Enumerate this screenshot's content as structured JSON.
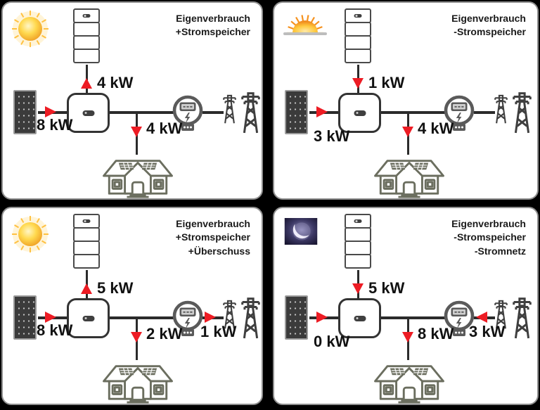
{
  "colors": {
    "arrow_red": "#ed1c24",
    "wire_dark": "#2b2b2b",
    "house_olive": "#6b6e5f",
    "tower_gray": "#3f3f3f",
    "meter_gray": "#5a5a5a",
    "panel_border": "#8f8f8f"
  },
  "panels": [
    {
      "weather": "sun",
      "header": {
        "line1": "Eigenverbrauch",
        "line2": "+Stromspeicher"
      },
      "flows": {
        "solar": {
          "value": "8 kW",
          "direction": "to-inverter"
        },
        "battery": {
          "value": "4 kW",
          "direction": "charging"
        },
        "house": {
          "value": "4 kW",
          "direction": "consuming"
        },
        "grid": {
          "value": "",
          "direction": "idle"
        }
      }
    },
    {
      "weather": "sunset",
      "header": {
        "line1": "Eigenverbrauch",
        "line2": "-Stromspeicher"
      },
      "flows": {
        "solar": {
          "value": "3 kW",
          "direction": "to-inverter"
        },
        "battery": {
          "value": "1 kW",
          "direction": "discharging"
        },
        "house": {
          "value": "4 kW",
          "direction": "consuming"
        },
        "grid": {
          "value": "",
          "direction": "idle"
        }
      }
    },
    {
      "weather": "sun",
      "header": {
        "line1": "Eigenverbrauch",
        "line2": "+Stromspeicher",
        "line3": "+Überschuss"
      },
      "flows": {
        "solar": {
          "value": "8 kW",
          "direction": "to-inverter"
        },
        "battery": {
          "value": "5 kW",
          "direction": "charging"
        },
        "house": {
          "value": "2 kW",
          "direction": "consuming"
        },
        "grid": {
          "value": "1 kW",
          "direction": "export"
        }
      }
    },
    {
      "weather": "moon",
      "header": {
        "line1": "Eigenverbrauch",
        "line2": "-Stromspeicher",
        "line3": "-Stromnetz"
      },
      "flows": {
        "solar": {
          "value": "0 kW",
          "direction": "to-inverter"
        },
        "battery": {
          "value": "5 kW",
          "direction": "discharging"
        },
        "house": {
          "value": "8 kW",
          "direction": "consuming"
        },
        "grid": {
          "value": "3 kW",
          "direction": "import"
        }
      }
    }
  ]
}
